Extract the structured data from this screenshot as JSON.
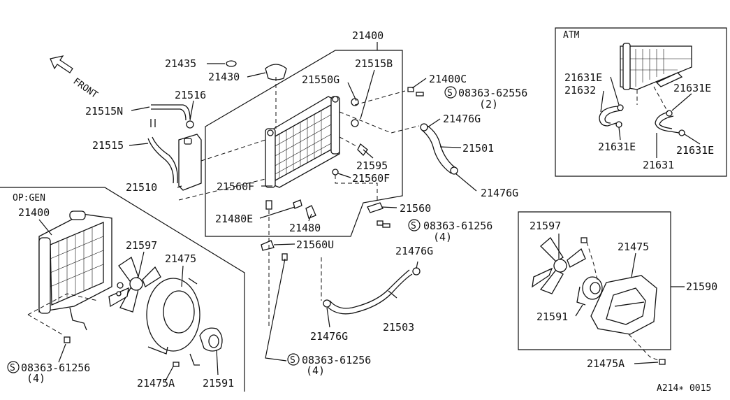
{
  "labels": {
    "assy_21400": "21400",
    "l_21435": "21435",
    "l_21430": "21430",
    "l_21515B": "21515B",
    "l_21550G": "21550G",
    "l_21400C": "21400C",
    "screw_62556": "08363-62556",
    "qty_2": "(2)",
    "front": "FRONT",
    "l_21516": "21516",
    "l_21515N": "21515N",
    "l_21476G_a": "21476G",
    "l_21515": "21515",
    "l_21501": "21501",
    "l_21595": "21595",
    "l_21560F_a": "21560F",
    "l_21560F_b": "21560F",
    "l_21510": "21510",
    "l_21476G_b": "21476G",
    "l_21560": "21560",
    "l_21480E": "21480E",
    "screw_61256_a": "08363-61256",
    "qty_4_a": "(4)",
    "l_21480": "21480",
    "l_21560U": "21560U",
    "l_21476G_c": "21476G",
    "l_21503": "21503",
    "l_21476G_d": "21476G",
    "screw_61256_b": "08363-61256",
    "qty_4_b": "(4)",
    "atm_title": "ATM",
    "l_21631E_a": "21631E",
    "l_21632": "21632",
    "l_21631E_b": "21631E",
    "l_21631E_c": "21631E",
    "l_21631E_d": "21631E",
    "l_21631": "21631",
    "opgen_title": "OP:GEN",
    "opgen_21400": "21400",
    "opgen_21597": "21597",
    "opgen_21475": "21475",
    "screw_61256_c": "08363-61256",
    "qty_4_c": "(4)",
    "opgen_21475A": "21475A",
    "opgen_21591": "21591",
    "fan_21597": "21597",
    "fan_21475": "21475",
    "fan_21590": "21590",
    "fan_21591": "21591",
    "fan_21475A": "21475A",
    "footer_code": "A214∗ 0015",
    "s_mark": "S"
  }
}
